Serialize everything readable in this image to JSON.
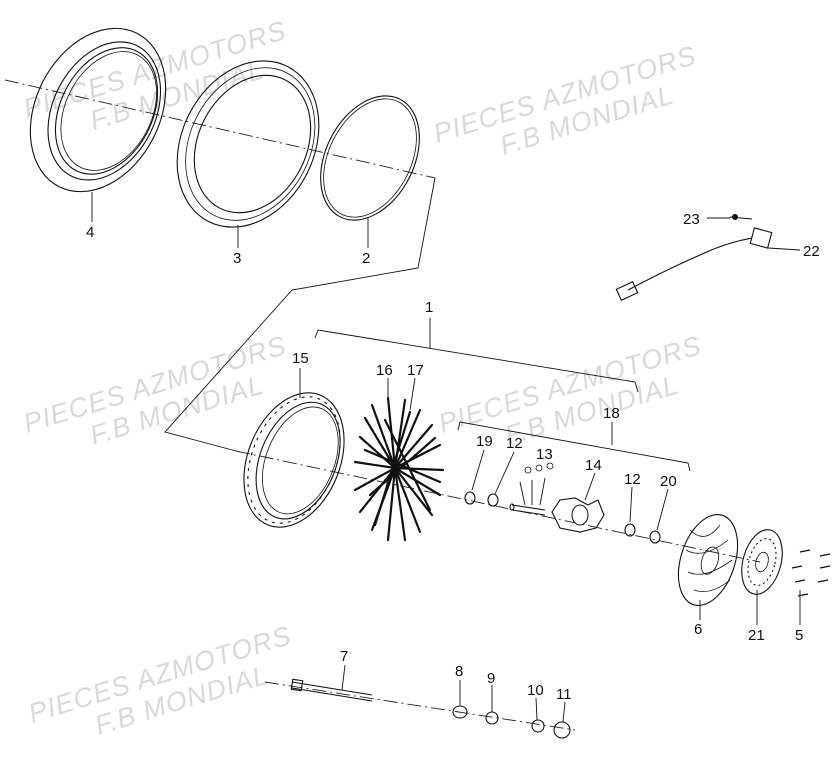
{
  "watermarks": [
    {
      "line1": "PIECES AZMOTORS",
      "line2": "F.B MONDIAL"
    },
    {
      "line1": "PIECES AZMOTORS",
      "line2": "F.B MONDIAL"
    },
    {
      "line1": "PIECES AZMOTORS",
      "line2": "F.B MONDIAL"
    },
    {
      "line1": "PIECES AZMOTORS",
      "line2": "F.B MONDIAL"
    },
    {
      "line1": "PIECES AZMOTORS",
      "line2": "F.B MONDIAL"
    }
  ],
  "callouts": {
    "c1": "1",
    "c2": "2",
    "c3": "3",
    "c4": "4",
    "c5": "5",
    "c6": "6",
    "c7": "7",
    "c8": "8",
    "c9": "9",
    "c10": "10",
    "c11": "11",
    "c12a": "12",
    "c12b": "12",
    "c13": "13",
    "c14": "14",
    "c15": "15",
    "c16": "16",
    "c17": "17",
    "c18": "18",
    "c19": "19",
    "c20": "20",
    "c21": "21",
    "c22": "22",
    "c23": "23"
  }
}
